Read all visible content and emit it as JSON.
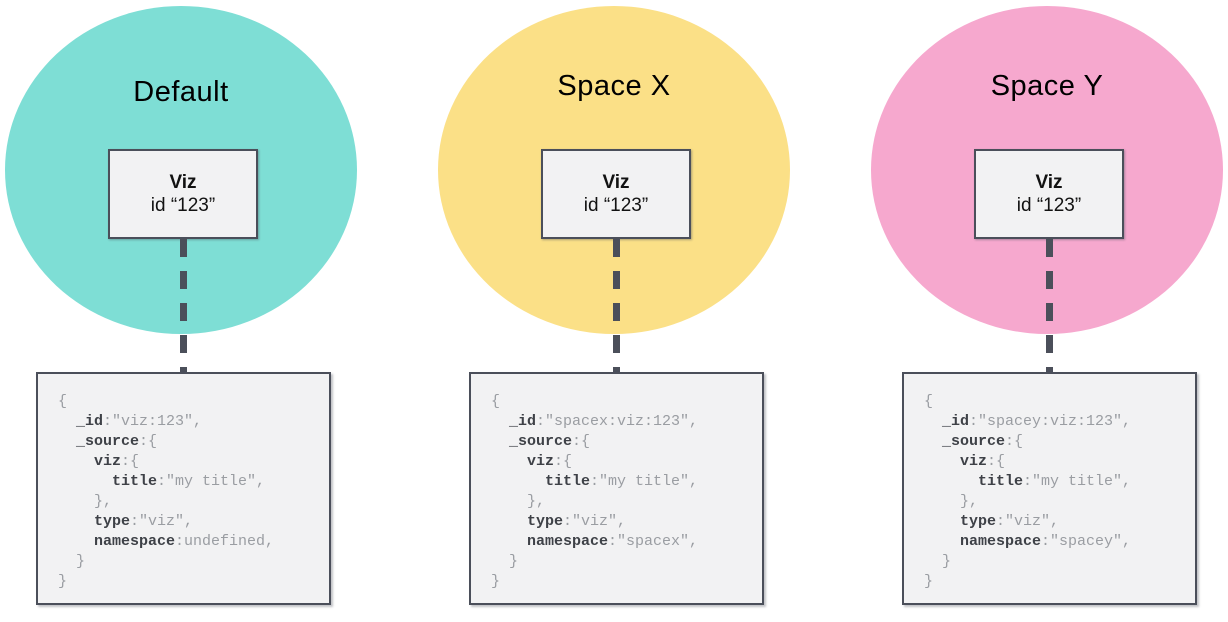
{
  "diagram": {
    "colors": {
      "default_space_circle": "#7EDED5",
      "space_x_circle": "#FBE087",
      "space_y_circle": "#F6A8CE",
      "box_border": "#4B4F5A",
      "box_fill": "#F2F2F3",
      "connector": "#4B4F5A",
      "code_key": "#3E4147",
      "code_value": "#9A9DA2"
    },
    "panels": [
      {
        "space_label": "Default",
        "circle_color": "#7EDED5",
        "viz_title": "Viz",
        "viz_id": "id “123”",
        "code_lines": [
          {
            "indent": 0,
            "key": "",
            "rest": "{"
          },
          {
            "indent": 2,
            "key": "_id",
            "rest": ":\"viz:123\","
          },
          {
            "indent": 2,
            "key": "_source",
            "rest": ":{"
          },
          {
            "indent": 4,
            "key": "viz",
            "rest": ":{"
          },
          {
            "indent": 6,
            "key": "title",
            "rest": ":\"my title\","
          },
          {
            "indent": 4,
            "key": "",
            "rest": "},"
          },
          {
            "indent": 4,
            "key": "type",
            "rest": ":\"viz\","
          },
          {
            "indent": 4,
            "key": "namespace",
            "rest": ":undefined,"
          },
          {
            "indent": 2,
            "key": "",
            "rest": "}"
          },
          {
            "indent": 0,
            "key": "",
            "rest": "}"
          }
        ]
      },
      {
        "space_label": "Space X",
        "circle_color": "#FBE087",
        "viz_title": "Viz",
        "viz_id": "id “123”",
        "code_lines": [
          {
            "indent": 0,
            "key": "",
            "rest": "{"
          },
          {
            "indent": 2,
            "key": "_id",
            "rest": ":\"spacex:viz:123\","
          },
          {
            "indent": 2,
            "key": "_source",
            "rest": ":{"
          },
          {
            "indent": 4,
            "key": "viz",
            "rest": ":{"
          },
          {
            "indent": 6,
            "key": "title",
            "rest": ":\"my title\","
          },
          {
            "indent": 4,
            "key": "",
            "rest": "},"
          },
          {
            "indent": 4,
            "key": "type",
            "rest": ":\"viz\","
          },
          {
            "indent": 4,
            "key": "namespace",
            "rest": ":\"spacex\","
          },
          {
            "indent": 2,
            "key": "",
            "rest": "}"
          },
          {
            "indent": 0,
            "key": "",
            "rest": "}"
          }
        ]
      },
      {
        "space_label": "Space Y",
        "circle_color": "#F6A8CE",
        "viz_title": "Viz",
        "viz_id": "id “123”",
        "code_lines": [
          {
            "indent": 0,
            "key": "",
            "rest": "{"
          },
          {
            "indent": 2,
            "key": "_id",
            "rest": ":\"spacey:viz:123\","
          },
          {
            "indent": 2,
            "key": "_source",
            "rest": ":{"
          },
          {
            "indent": 4,
            "key": "viz",
            "rest": ":{"
          },
          {
            "indent": 6,
            "key": "title",
            "rest": ":\"my title\","
          },
          {
            "indent": 4,
            "key": "",
            "rest": "},"
          },
          {
            "indent": 4,
            "key": "type",
            "rest": ":\"viz\","
          },
          {
            "indent": 4,
            "key": "namespace",
            "rest": ":\"spacey\","
          },
          {
            "indent": 2,
            "key": "",
            "rest": "}"
          },
          {
            "indent": 0,
            "key": "",
            "rest": "}"
          }
        ]
      }
    ]
  }
}
